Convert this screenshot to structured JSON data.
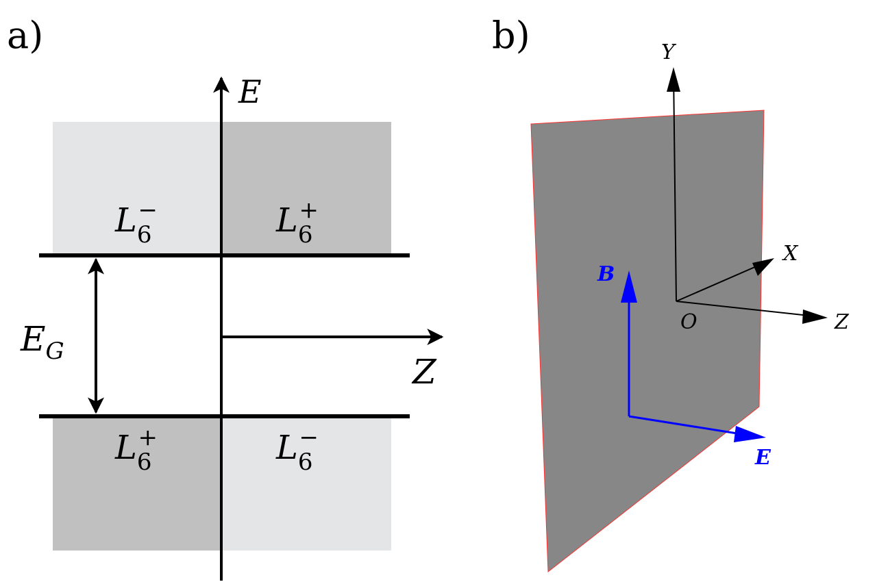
{
  "panel_a": {
    "panel_label": "a)",
    "axis_e": "E",
    "axis_z": "Z",
    "gap_label": "E",
    "gap_subscript": "G",
    "band_upper_left": {
      "base": "L",
      "sub": "6",
      "sup": "−"
    },
    "band_upper_right": {
      "base": "L",
      "sub": "6",
      "sup": "+"
    },
    "band_lower_left": {
      "base": "L",
      "sub": "6",
      "sup": "+"
    },
    "band_lower_right": {
      "base": "L",
      "sub": "6",
      "sup": "−"
    },
    "colors": {
      "light_band": "#e4e5e7",
      "dark_band": "#c0c0c0",
      "line": "#000000"
    }
  },
  "panel_b": {
    "panel_label": "b)",
    "axis_y": "Y",
    "axis_x": "X",
    "axis_z": "Z",
    "origin": "O",
    "vector_b": "B",
    "vector_e": "E",
    "colors": {
      "plane": "#878787",
      "plane_edge": "#ff3030",
      "vectors": "#0000ff"
    }
  }
}
